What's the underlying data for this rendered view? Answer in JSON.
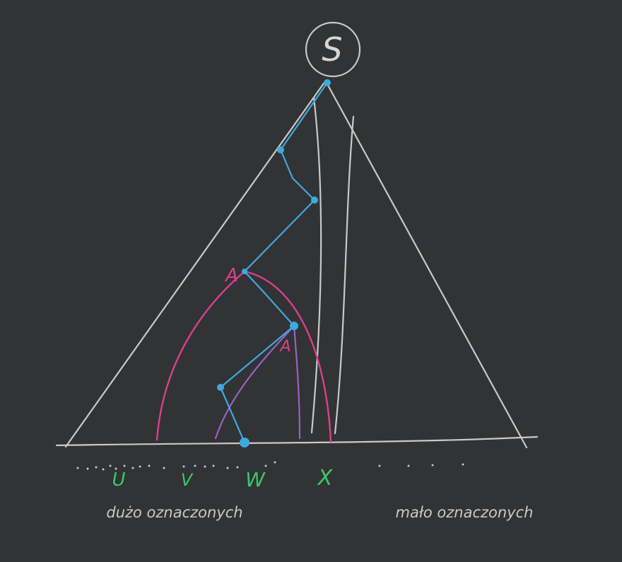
{
  "root": {
    "label": "S"
  },
  "node_labels": {
    "outer": "A",
    "inner": "A"
  },
  "leaves": [
    "U",
    "V",
    "W",
    "X"
  ],
  "captions": {
    "left": "dużo oznaczonych",
    "right": "mało oznaczonych"
  },
  "colors": {
    "background": "#323334",
    "outline": "#c9c9c9",
    "path": "#3fa9df",
    "subtree_outer": "#d9408e",
    "subtree_inner": "#9a62c4",
    "leaf_label": "#3cc76a"
  }
}
